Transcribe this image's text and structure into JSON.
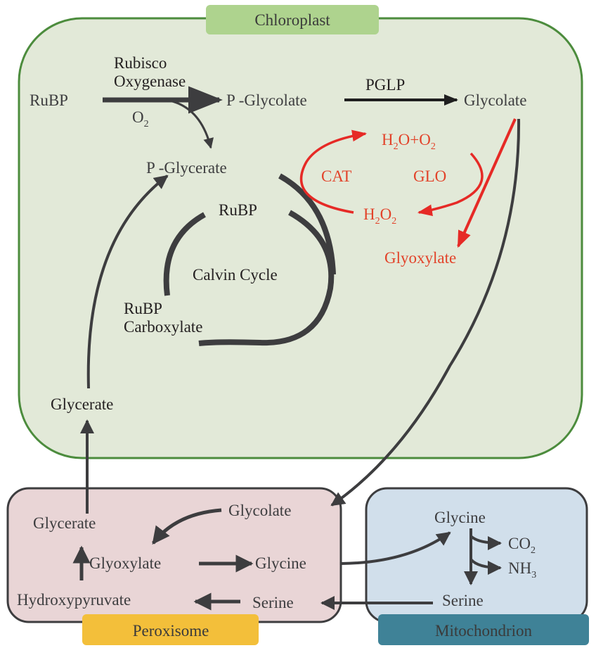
{
  "title": "Photorespiration pathway",
  "compartments": {
    "chloroplast": {
      "label": "Chloroplast",
      "fill": "#e2e9d8",
      "border": "#4c8c3d",
      "tag_fill": "#aed38e"
    },
    "peroxisome": {
      "label": "Peroxisome",
      "fill": "#e9d5d6",
      "border": "#3d3d3f",
      "tag_fill": "#f3bf3a"
    },
    "mitochondrion": {
      "label": "Mitochondrion",
      "fill": "#d1dfeb",
      "border": "#3d3d3f",
      "tag_fill": "#3f8297"
    }
  },
  "chloroplast": {
    "rubp_start": "RuBP",
    "enzyme_line1": "Rubisco",
    "enzyme_line2": "Oxygenase",
    "o2": {
      "base": "O",
      "sub": "2"
    },
    "p_glycolate": "P -Glycolate",
    "pglp": "PGLP",
    "glycolate": "Glycolate",
    "p_glycerate": "P -Glycerate",
    "calvin_rubp": "RuBP",
    "calvin_cycle": "Calvin Cycle",
    "rubp_carboxylate_line1": "RuBP",
    "rubp_carboxylate_line2": "Carboxylate",
    "glycerate": "Glycerate",
    "red_cycle": {
      "h2o_o2": {
        "h": "H",
        "s1": "2",
        "mid": "O+O",
        "s2": "2"
      },
      "cat": "CAT",
      "glo": "GLO",
      "h2o2": {
        "h": "H",
        "s1": "2",
        "o": "O",
        "s2": "2"
      },
      "glyoxylate": "Glyoxylate",
      "color": "#e62a26"
    }
  },
  "peroxisome": {
    "glycolate": "Glycolate",
    "glycerate": "Glycerate",
    "glyoxylate": "Glyoxylate",
    "glycine": "Glycine",
    "hydroxypyruvate": "Hydroxypyruvate",
    "serine": "Serine"
  },
  "mitochondrion": {
    "glycine": "Glycine",
    "co2": {
      "base": "CO",
      "sub": "2"
    },
    "nh3": {
      "base": "NH",
      "sub": "3"
    },
    "serine": "Serine"
  },
  "arrow_color": "#3d3d3f"
}
